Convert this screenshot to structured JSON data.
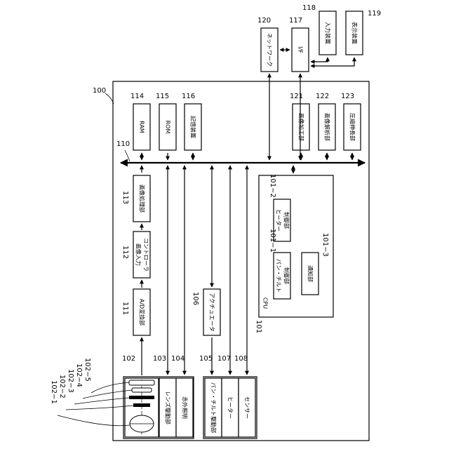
{
  "labels": {
    "ref_100": "100",
    "ref_101": "101",
    "ref_101_1": "101−1",
    "ref_101_2": "101−2",
    "ref_101_3": "101−3",
    "ref_102": "102",
    "ref_102_1": "102−1",
    "ref_102_2": "102−2",
    "ref_102_3": "102−3",
    "ref_102_4": "102−4",
    "ref_102_5": "102−5",
    "ref_103": "103",
    "ref_104": "104",
    "ref_105": "105",
    "ref_106": "106",
    "ref_107": "107",
    "ref_108": "108",
    "ref_110": "110",
    "ref_111": "111",
    "ref_112": "112",
    "ref_113": "113",
    "ref_114": "114",
    "ref_115": "115",
    "ref_116": "116",
    "ref_117": "117",
    "ref_118": "118",
    "ref_119": "119",
    "ref_120": "120",
    "ref_121": "121",
    "ref_122": "122",
    "ref_123": "123"
  },
  "blocks": {
    "ram": "RAM",
    "rom": "ROM",
    "storage": "記憶装置",
    "image_processing": "画像加工部",
    "image_analysis": "画像解析部",
    "compression": "圧縮伸長部",
    "network": "ネットワーク",
    "interface": "I/F",
    "input_device": "入力装置",
    "display_device": "表示装置",
    "image_processor": "画像処理部",
    "image_input_line1": "画像入力",
    "image_input_line2": "コントローラ",
    "ad_converter": "A/D変換部",
    "actuator": "アクチュエータ",
    "cpu": "CPU",
    "heater_ctrl_line1": "ヒーター",
    "heater_ctrl_line2": "制御部",
    "pantilt_ctrl_line1": "パン・チルト",
    "pantilt_ctrl_line2": "制御部",
    "notification": "通知部",
    "lens_drive": "レンズ駆動部",
    "ir_light": "赤外照明",
    "pantilt_drive": "パン・チルト駆動部",
    "heater": "ヒーター",
    "sensor": "センサー"
  }
}
